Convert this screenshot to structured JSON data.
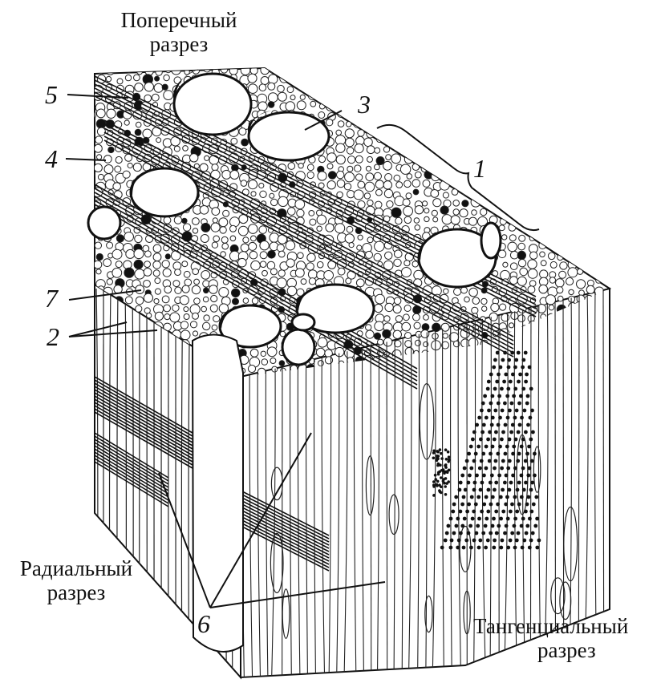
{
  "diagram": {
    "section_labels": {
      "transverse": [
        "Поперечный",
        "разрез"
      ],
      "radial": [
        "Радиальный",
        "разрез"
      ],
      "tangential": [
        "Тангенциальный",
        "разрез"
      ]
    },
    "callouts": {
      "n1": "1",
      "n2": "2",
      "n3": "3",
      "n4": "4",
      "n5": "5",
      "n6": "6",
      "n7": "7"
    }
  }
}
